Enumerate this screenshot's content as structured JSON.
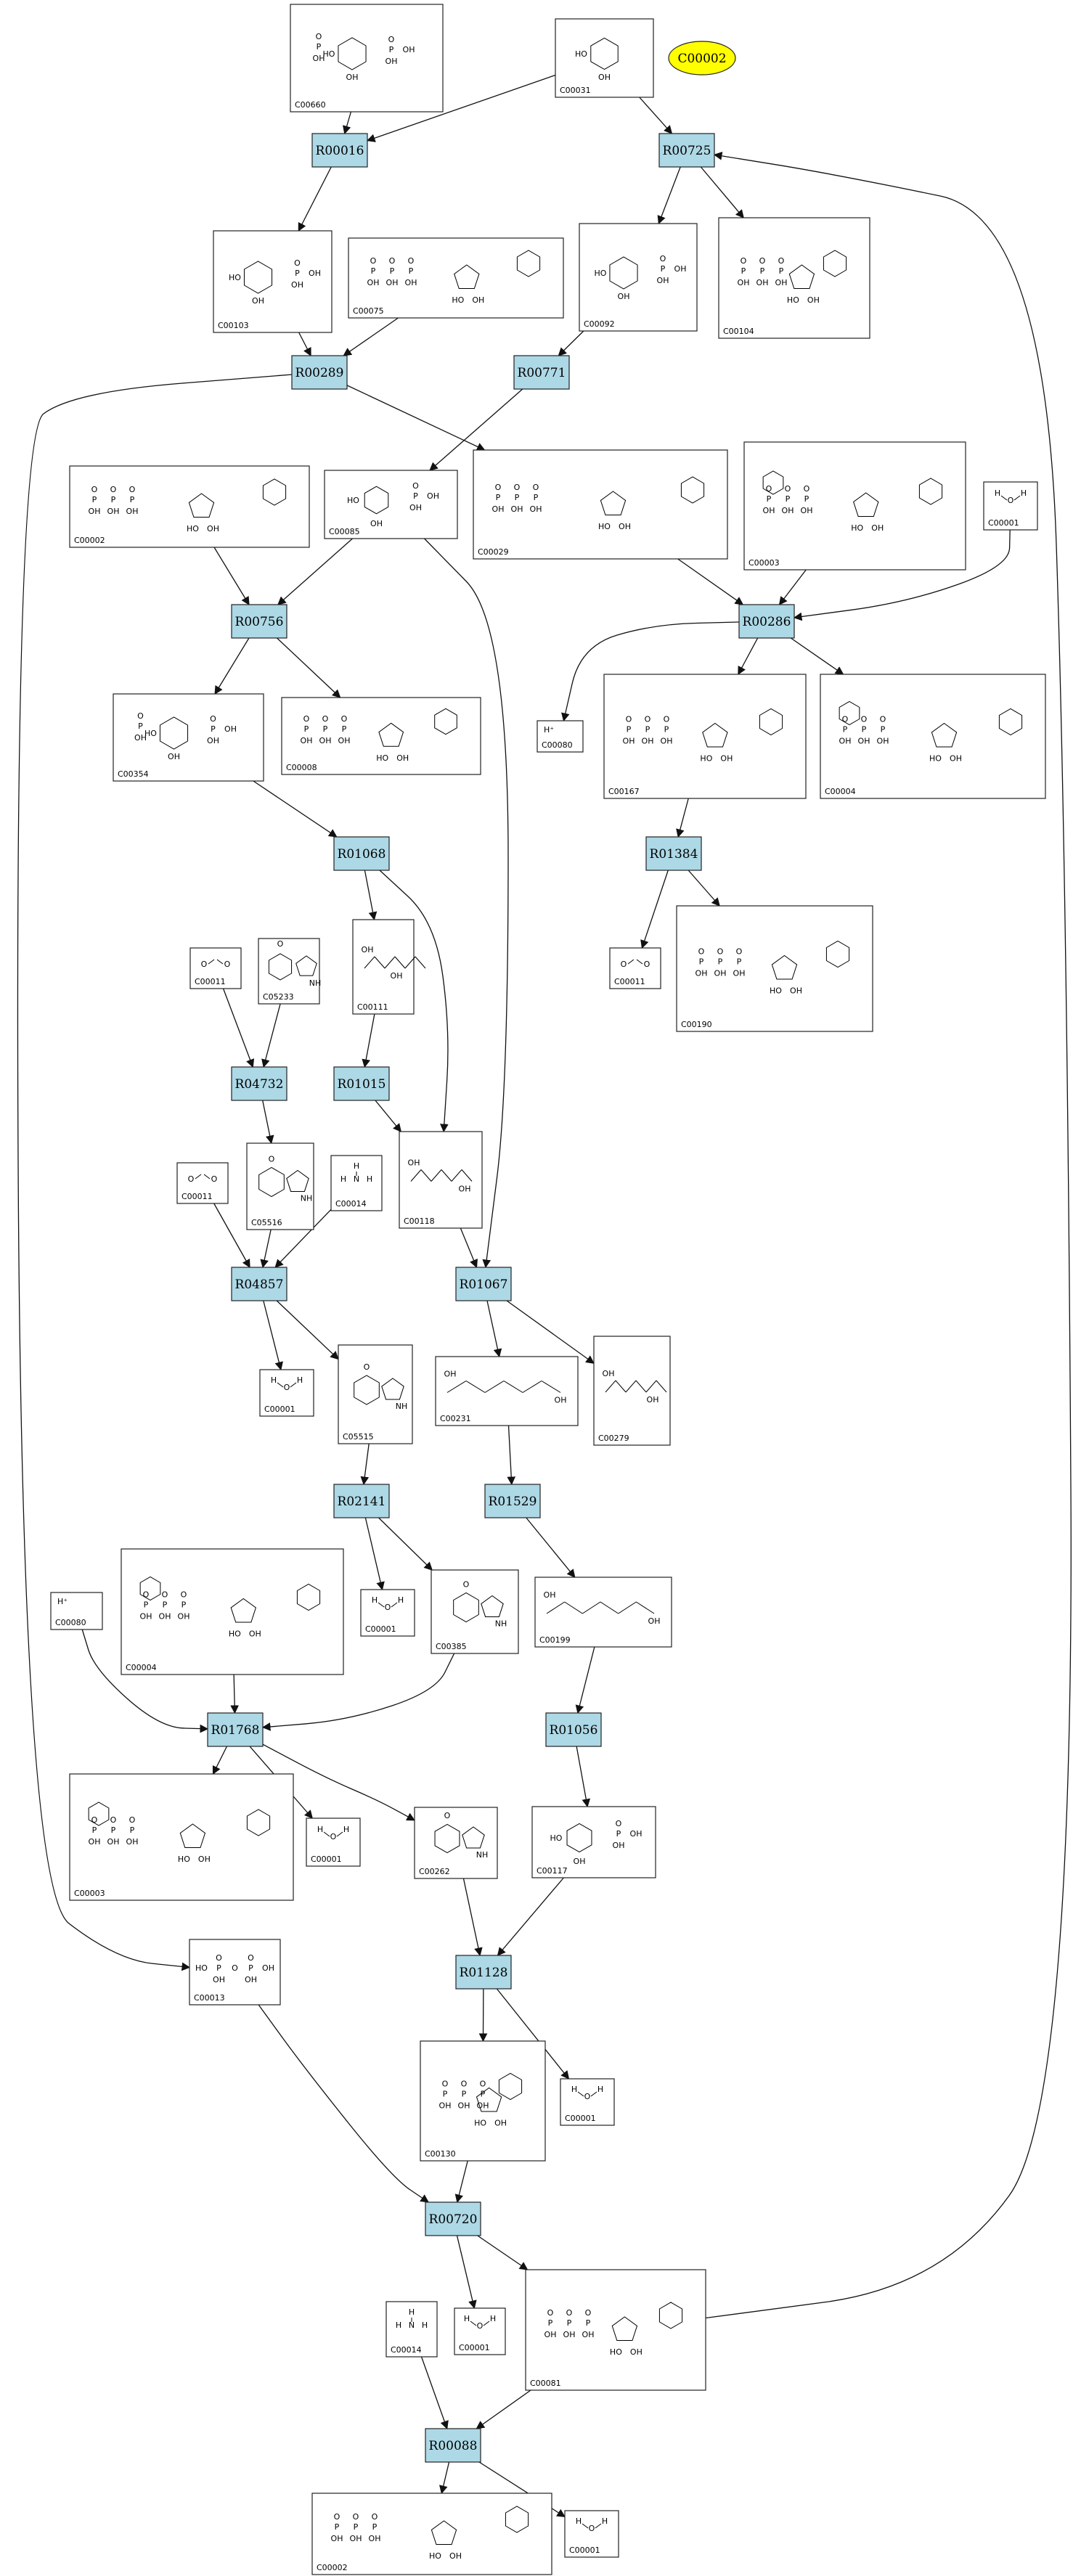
{
  "root": {
    "label": "C00002",
    "color": "#ffff00"
  },
  "reaction_color": "#add8e6",
  "reactions": [
    "R00016",
    "R00725",
    "R00289",
    "R00771",
    "R00756",
    "R00286",
    "R01068",
    "R01384",
    "R04732",
    "R01015",
    "R04857",
    "R01067",
    "R02141",
    "R01529",
    "R01768",
    "R01056",
    "R01128",
    "R00720",
    "R00088"
  ],
  "compounds": [
    {
      "id": "c00660",
      "label": "C00660",
      "kind": "sugar2p"
    },
    {
      "id": "c00031",
      "label": "C00031",
      "kind": "sugar"
    },
    {
      "id": "c00103",
      "label": "C00103",
      "kind": "sugarp"
    },
    {
      "id": "c00075",
      "label": "C00075",
      "kind": "nucleotide"
    },
    {
      "id": "c00092",
      "label": "C00092",
      "kind": "sugarp"
    },
    {
      "id": "c00104",
      "label": "C00104",
      "kind": "nucleotide"
    },
    {
      "id": "c00002a",
      "label": "C00002",
      "kind": "nucleotide"
    },
    {
      "id": "c00085",
      "label": "C00085",
      "kind": "sugarp"
    },
    {
      "id": "c00029",
      "label": "C00029",
      "kind": "nucleotide"
    },
    {
      "id": "c00003a",
      "label": "C00003",
      "kind": "dinucleotide"
    },
    {
      "id": "c00001a",
      "label": "C00001",
      "kind": "water"
    },
    {
      "id": "c00354",
      "label": "C00354",
      "kind": "sugar2p"
    },
    {
      "id": "c00008",
      "label": "C00008",
      "kind": "nucleotide"
    },
    {
      "id": "c00080a",
      "label": "C00080",
      "kind": "proton"
    },
    {
      "id": "c00167",
      "label": "C00167",
      "kind": "nucleotide"
    },
    {
      "id": "c00004a",
      "label": "C00004",
      "kind": "dinucleotide"
    },
    {
      "id": "c00011a",
      "label": "C00011",
      "kind": "small"
    },
    {
      "id": "c05233",
      "label": "C05233",
      "kind": "ring"
    },
    {
      "id": "c00111",
      "label": "C00111",
      "kind": "chain"
    },
    {
      "id": "c00011b",
      "label": "C00011",
      "kind": "small"
    },
    {
      "id": "c00190",
      "label": "C00190",
      "kind": "nucleotide"
    },
    {
      "id": "c00011c",
      "label": "C00011",
      "kind": "small"
    },
    {
      "id": "c05516",
      "label": "C05516",
      "kind": "ring"
    },
    {
      "id": "c00014a",
      "label": "C00014",
      "kind": "ammonia"
    },
    {
      "id": "c00118",
      "label": "C00118",
      "kind": "chain"
    },
    {
      "id": "c00001b",
      "label": "C00001",
      "kind": "water"
    },
    {
      "id": "c05515",
      "label": "C05515",
      "kind": "ring"
    },
    {
      "id": "c00231",
      "label": "C00231",
      "kind": "chain"
    },
    {
      "id": "c00279",
      "label": "C00279",
      "kind": "chain"
    },
    {
      "id": "c00004b",
      "label": "C00004",
      "kind": "dinucleotide"
    },
    {
      "id": "c00080b",
      "label": "C00080",
      "kind": "proton"
    },
    {
      "id": "c00001c",
      "label": "C00001",
      "kind": "water"
    },
    {
      "id": "c00385",
      "label": "C00385",
      "kind": "ring"
    },
    {
      "id": "c00199",
      "label": "C00199",
      "kind": "chain"
    },
    {
      "id": "c00003b",
      "label": "C00003",
      "kind": "dinucleotide"
    },
    {
      "id": "c00001d",
      "label": "C00001",
      "kind": "water"
    },
    {
      "id": "c00262",
      "label": "C00262",
      "kind": "ring"
    },
    {
      "id": "c00117",
      "label": "C00117",
      "kind": "sugarp"
    },
    {
      "id": "c00013",
      "label": "C00013",
      "kind": "pyrophosphate"
    },
    {
      "id": "c00130",
      "label": "C00130",
      "kind": "nucleotide"
    },
    {
      "id": "c00001e",
      "label": "C00001",
      "kind": "water"
    },
    {
      "id": "c00014b",
      "label": "C00014",
      "kind": "ammonia"
    },
    {
      "id": "c00001f",
      "label": "C00001",
      "kind": "water"
    },
    {
      "id": "c00081",
      "label": "C00081",
      "kind": "nucleotide"
    },
    {
      "id": "c00002b",
      "label": "C00002",
      "kind": "nucleotide"
    },
    {
      "id": "c00001g",
      "label": "C00001",
      "kind": "water"
    }
  ]
}
